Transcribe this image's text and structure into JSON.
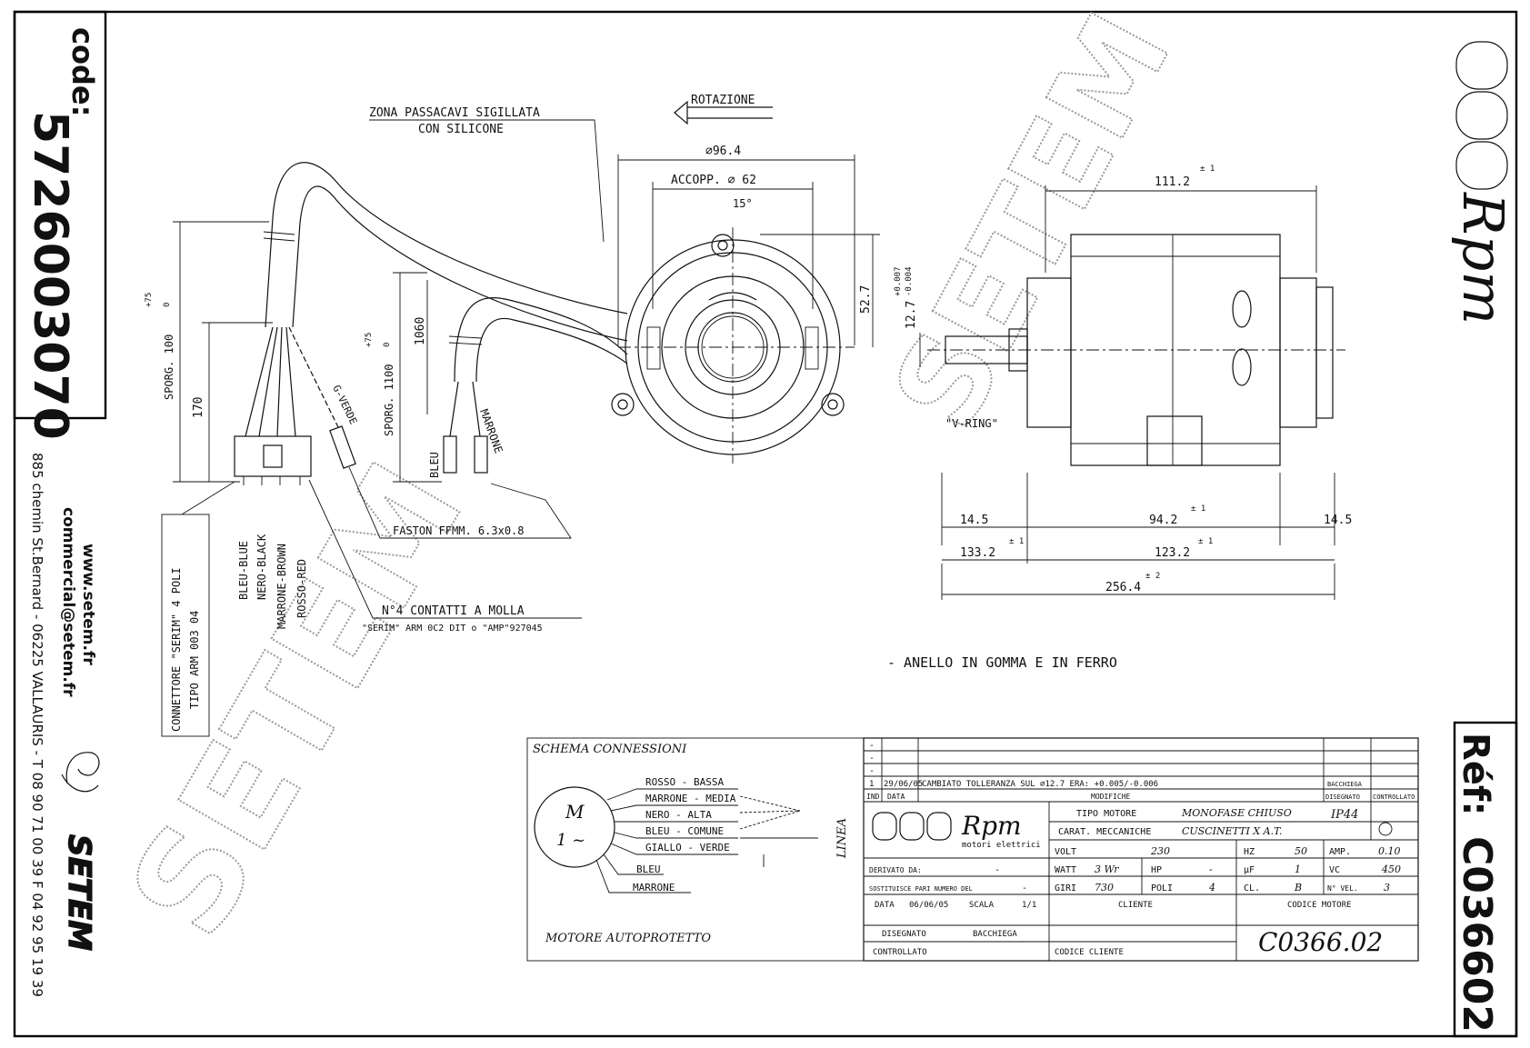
{
  "code_label": "code:",
  "code_number": "5726003070",
  "company": {
    "website": "www.setem.fr",
    "email": "commercial@setem.fr",
    "address": "885 chemin St.Bernard - 06225 VALLAURIS - T 08 90 71 00 39  F 04 92 95 19 39",
    "brand": "SETEM",
    "watermark": "SETEM"
  },
  "ref_label": "Réf:",
  "ref_number": "C036602",
  "logo_text": "Rpm",
  "notes": {
    "rotation": "ROTAZIONE",
    "cable_zone_1": "ZONA PASSACAVI SIGILLATA",
    "cable_zone_2": "CON SILICONE",
    "ring": "- ANELLO IN GOMMA E IN FERRO",
    "faston": "FASTON FFMM. 6.3x0.8",
    "contacts": "N°4 CONTATTI A MOLLA",
    "contacts_sub": "\"SERIM\" ARM 0C2 DIT o \"AMP\"927045",
    "connector_1": "CONNETTORE \"SERIM\" 4 POLI",
    "connector_2": "TIPO ARM 003 04",
    "v_ring": "\"V-RING\""
  },
  "wires": {
    "blue": "BLEU-BLUE",
    "black": "NERO-BLACK",
    "brown": "MARRONE-BROWN",
    "red": "ROSSO-RED",
    "bleu": "BLEU",
    "marrone": "MARRONE",
    "gverde": "G-VERDE"
  },
  "dimensions": {
    "d_outer": "⌀96.4",
    "accopp": "ACCOPP. ⌀ 62",
    "angle": "15°",
    "d52": "52.7",
    "d12": "12.7",
    "d12_tol_up": "+0.007",
    "d12_tol_dn": "-0.004",
    "sporg100": "SPORG. 100",
    "sporg100_tol": "+75",
    "sporg100_zero": "0",
    "d170": "170",
    "sporg1100": "SPORG. 1100",
    "sporg1100_tol": "+75",
    "sporg1100_zero": "0",
    "d1060": "1060",
    "d111": "111.2",
    "d111_tol": "± 1",
    "d14a": "14.5",
    "d94": "94.2",
    "d94_tol": "± 1",
    "d14b": "14.5",
    "d133": "133.2",
    "d133_tol": "± 1",
    "d123": "123.2",
    "d123_tol": "± 1",
    "d256": "256.4",
    "d256_tol": "± 2"
  },
  "schema": {
    "title": "SCHEMA CONNESSIONI",
    "motor_m": "M",
    "motor_1": "1 ~",
    "lines": [
      "ROSSO - BASSA",
      "MARRONE - MEDIA",
      "NERO - ALTA",
      "BLEU - COMUNE",
      "GIALLO - VERDE",
      "BLEU",
      "MARRONE"
    ],
    "linea": "LINEA",
    "autoprot": "MOTORE AUTOPROTETTO"
  },
  "title_block": {
    "revision": {
      "ind": "1",
      "date": "29/06/05",
      "desc": "CAMBIATO TOLLERANZA SUL ⌀12.7 ERA: +0.005/-0.006",
      "drawn": "BACCHIEGA"
    },
    "rev_header": {
      "ind": "IND",
      "data": "DATA",
      "mod": "MODIFICHE",
      "drawn": "DISEGNATO",
      "check": "CONTROLLATO"
    },
    "dash": "-",
    "logo_sub": "motori elettrici",
    "tipo_label": "TIPO MOTORE",
    "tipo_value": "MONOFASE CHIUSO",
    "ip": "IP44",
    "carat_label": "CARAT. MECCANICHE",
    "carat_value": "CUSCINETTI X A.T.",
    "volt_label": "VOLT",
    "volt": "230",
    "hz_label": "HZ",
    "hz": "50",
    "amp_label": "AMP.",
    "amp": "0.10",
    "watt_label": "WATT",
    "watt": "3 Wr",
    "hp_label": "HP",
    "hp": "-",
    "uf_label": "µF",
    "uf": "1",
    "vc_label": "VC",
    "vc": "450",
    "giri_label": "GIRI",
    "giri": "730",
    "poli_label": "POLI",
    "poli": "4",
    "cl_label": "CL.",
    "cl": "B",
    "vel_label": "N° VEL.",
    "vel": "3",
    "derivato": "DERIVATO DA:",
    "sostituisce": "SOSTITUISCE PARI NUMERO DEL",
    "data_label": "DATA",
    "data": "06/06/05",
    "scala_label": "SCALA",
    "scala": "1/1",
    "cliente": "CLIENTE",
    "codice_motore_label": "CODICE MOTORE",
    "disegnato": "DISEGNATO",
    "disegnato_by": "BACCHIEGA",
    "controllato": "CONTROLLATO",
    "codice_cliente": "CODICE CLIENTE",
    "codice_motore": "C0366.02"
  }
}
